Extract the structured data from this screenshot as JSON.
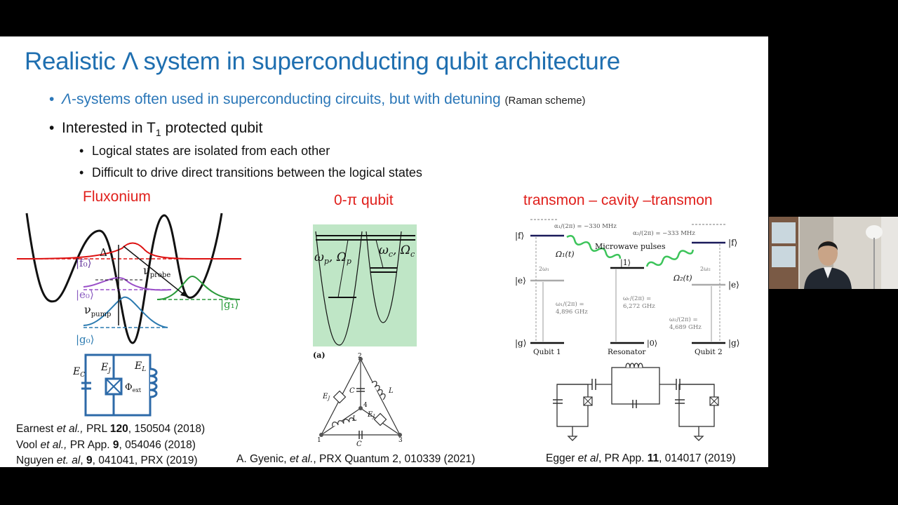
{
  "slide": {
    "title": "Realistic Λ system in superconducting qubit architecture",
    "bullets": {
      "b1_symbol": "Λ",
      "b1_text": "-systems often used in superconducting circuits, but with detuning",
      "b1_note": "(Raman scheme)",
      "b2_text": "Interested in T",
      "b2_sub": "1",
      "b2_rest": " protected qubit",
      "b3": "Logical states are isolated from each other",
      "b4": "Difficult to drive direct transitions between the logical states"
    },
    "panels": {
      "fluxonium": {
        "title": "Fluxonium",
        "labels": {
          "f0": "|f₀⟩",
          "e0": "|e₀⟩",
          "g0": "|g₀⟩",
          "g1": "|g₁⟩",
          "delta": "Δ",
          "nu_probe": "ν",
          "probe": "probe",
          "nu_pump": "ν",
          "pump": "pump"
        },
        "circuit": {
          "EC": "E",
          "EC_sub": "C",
          "EJ": "E",
          "EJ_sub": "J",
          "EL": "E",
          "EL_sub": "L",
          "phi": "Φ",
          "phi_sub": "ext"
        }
      },
      "zeropi": {
        "title": "0-π qubit",
        "labels": {
          "omega_p": "ω",
          "omega_p_sub": "p",
          "Omega_p": ", Ω",
          "omega_c": "ω",
          "omega_c_sub": "c",
          "Omega_c": ", Ω",
          "a_label": "(a)"
        },
        "circuit": {
          "n1": "1",
          "n2": "2",
          "n3": "3",
          "n4": "4",
          "EJ": "E",
          "EJ_sub": "J",
          "C": "C",
          "L": "L"
        }
      },
      "tct": {
        "title": "transmon – cavity –transmon",
        "labels": {
          "f_left": "|f⟩",
          "e_left": "|e⟩",
          "g_left": "|g⟩",
          "f_right": "|f⟩",
          "e_right": "|e⟩",
          "g_right": "|g⟩",
          "alpha1": "α₁/(2π) = −330 MHz",
          "alpha2": "α₂/(2π) = −333 MHz",
          "microwave": "Microwave pulses",
          "omega1t": "Ω₁(t)",
          "omega2t": "Ω₂(t)",
          "one": "|1⟩",
          "zero": "|0⟩",
          "two_omega1": "2ω₁",
          "two_omega2": "2ω₂",
          "omega1_val": [
            "ω₁/(2π) =",
            "4,896 GHz"
          ],
          "omegar_val": [
            "ωᵣ/(2π) =",
            "6,272 GHz"
          ],
          "omega2_val": [
            "ω₂/(2π) =",
            "4,689 GHz"
          ],
          "qubit1": "Qubit 1",
          "resonator": "Resonator",
          "qubit2": "Qubit 2"
        }
      }
    },
    "references": {
      "earnest_a": "Earnest ",
      "earnest_i": "et al.,",
      "earnest_b": " PRL ",
      "earnest_vol": "120",
      "earnest_c": ", 150504 (2018)",
      "vool_a": "Vool ",
      "vool_i": "et al.,",
      "vool_b": " PR App. ",
      "vool_vol": "9",
      "vool_c": ", 054046 (2018)",
      "nguyen_a": "Nguyen ",
      "nguyen_i": "et. al",
      "nguyen_b": ", ",
      "nguyen_vol": "9",
      "nguyen_c": ", 041041, PRX (2019)",
      "gyenis_a": "A. Gyenic, ",
      "gyenis_i": "et al.",
      "gyenis_b": ", PRX Quantum 2, 010339 (2021)",
      "egger_a": "Egger ",
      "egger_i": "et al",
      "egger_b": ", PR App. ",
      "egger_vol": "11",
      "egger_c": ", 014017 (2019)"
    }
  },
  "colors": {
    "title": "#1f6fb0",
    "panel_title": "#e0201c",
    "slide_bg": "#ffffff",
    "letterbox": "#000000"
  }
}
